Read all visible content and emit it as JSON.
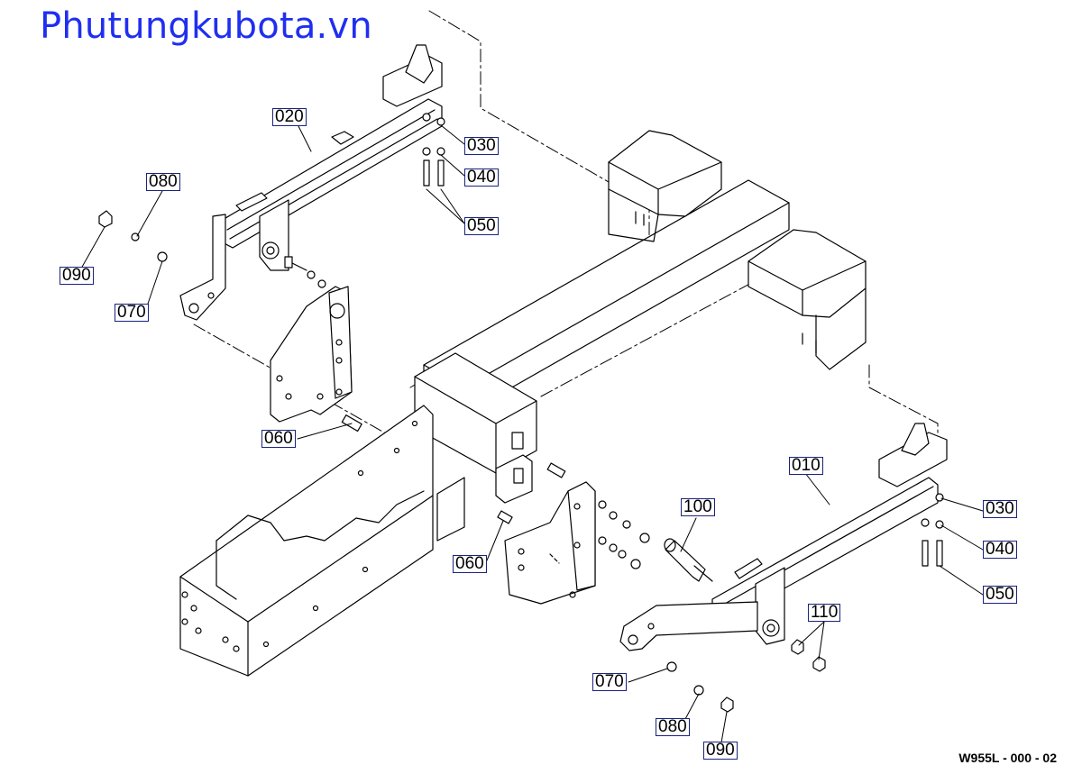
{
  "watermark": "Phutungkubota.vn",
  "drawing_code": "W955L - 000 - 02",
  "colors": {
    "watermark": "#1f2ff0",
    "label_border": "#1a237e",
    "line": "#000000"
  },
  "callouts": {
    "c020": "020",
    "c030_left": "030",
    "c040_left": "040",
    "c050_left": "050",
    "c080_left": "080",
    "c090_left": "090",
    "c070_left": "070",
    "c060_left": "060",
    "c060_center": "060",
    "c100": "100",
    "c010": "010",
    "c030_right": "030",
    "c040_right": "040",
    "c050_right": "050",
    "c110": "110",
    "c070_bottom": "070",
    "c080_bottom": "080",
    "c090_bottom": "090"
  }
}
